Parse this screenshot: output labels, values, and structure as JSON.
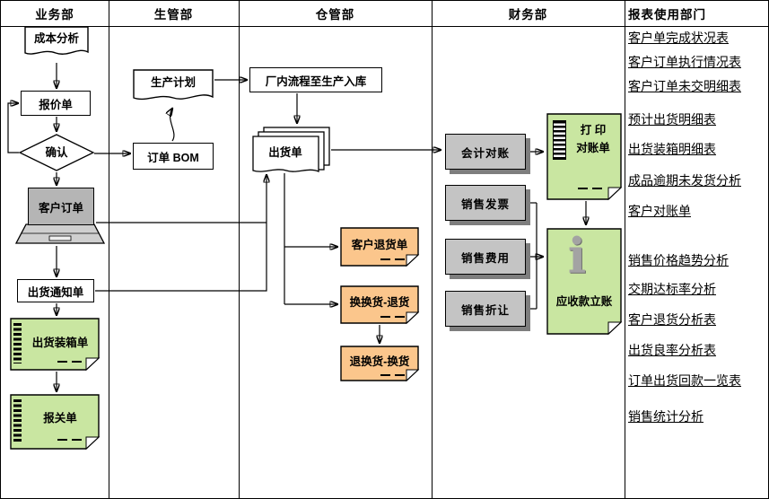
{
  "lanes": [
    {
      "label": "业务部"
    },
    {
      "label": "生管部"
    },
    {
      "label": "仓管部"
    },
    {
      "label": "财务部"
    },
    {
      "label": "报表使用部门"
    }
  ],
  "business": {
    "cost_analysis": "成本分析",
    "quotation": "报价单",
    "confirm": "确认",
    "customer_order": "客户订单",
    "shipping_notice": "出货通知单",
    "packing_list": "出货装箱单",
    "customs_declaration": "报关单"
  },
  "production": {
    "production_plan": "生产计划",
    "order_bom": "订单 BOM"
  },
  "warehouse": {
    "inbound_process": "厂内流程至生产入库",
    "shipping_order": "出货单",
    "customer_return": "客户退货单",
    "exchange_return": "换换货-退货",
    "return_exchange": "退换货-换货"
  },
  "finance": {
    "accounting_reconciliation": "会计对账",
    "sales_invoice": "销售发票",
    "sales_expense": "销售费用",
    "sales_allowance": "销售折让",
    "print_line1": "打 印",
    "print_line2": "对账单",
    "receivable_entry": "应收款立账"
  },
  "reports": {
    "items": [
      "客户单完成状况表",
      "客户订单执行情况表",
      "客户订单未交明细表",
      "预计出货明细表",
      "出货装箱明细表",
      "成品逾期未发货分析",
      "客户对账单",
      "销售价格趋势分析",
      "交期达标率分析",
      "客户退货分析表",
      "出货良率分析表",
      "订单出货回款一览表",
      "销售统计分析"
    ]
  },
  "icons": {
    "info_glyph": "i"
  },
  "colors": {
    "note_green": "#c9e6a1",
    "note_orange": "#fbc68c",
    "box_gray": "#c4c4c4"
  }
}
